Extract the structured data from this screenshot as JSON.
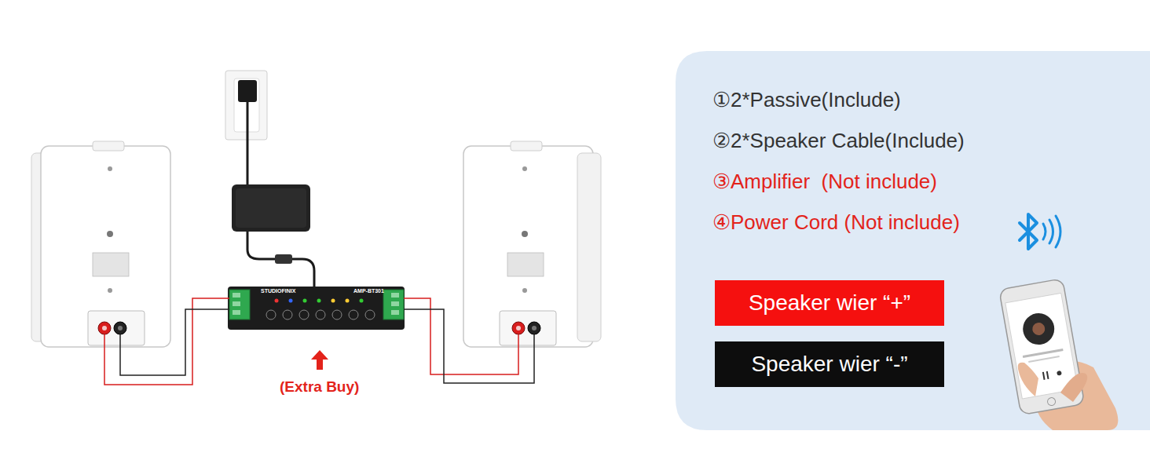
{
  "diagram": {
    "nodes": [
      {
        "text": [
          "STUDIOFINIX",
          "AMP-BT301"
        ]
      },
      {
        "text": [
          "①2*Passive(Include)",
          "②2*Speaker Cable(Include)",
          "③Amplifier  (Not include)",
          "④Power Cord (Not include)"
        ]
      },
      {
        "text": [
          "Speaker wier “+”"
        ],
        "in": 1
      },
      {
        "text": [
          "Speaker wier “-”"
        ],
        "in": 1
      }
    ],
    "labels": [
      "(Extra Buy)"
    ]
  }
}
